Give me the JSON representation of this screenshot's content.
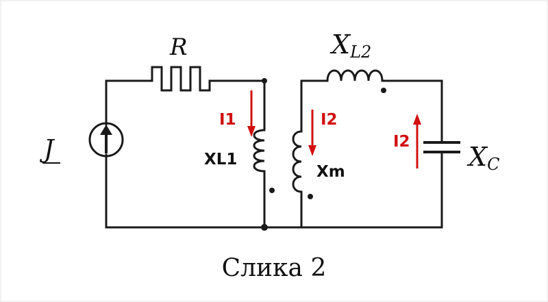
{
  "colors": {
    "background": "#ffffff",
    "wire": "#1a1a1a",
    "current_arrow": "#d01010",
    "label": "#111111",
    "gridline": "#e6e6e6"
  },
  "labels": {
    "source": "J",
    "resistor": "R",
    "inductor_l2": "X",
    "inductor_l2_sub": "L2",
    "capacitor": "X",
    "capacitor_sub": "C",
    "inductor_l1": "XL1",
    "mutual": "Xm",
    "current_1": "I1",
    "current_2_down": "I2",
    "current_2_up": "I2",
    "caption": "Слика 2"
  }
}
